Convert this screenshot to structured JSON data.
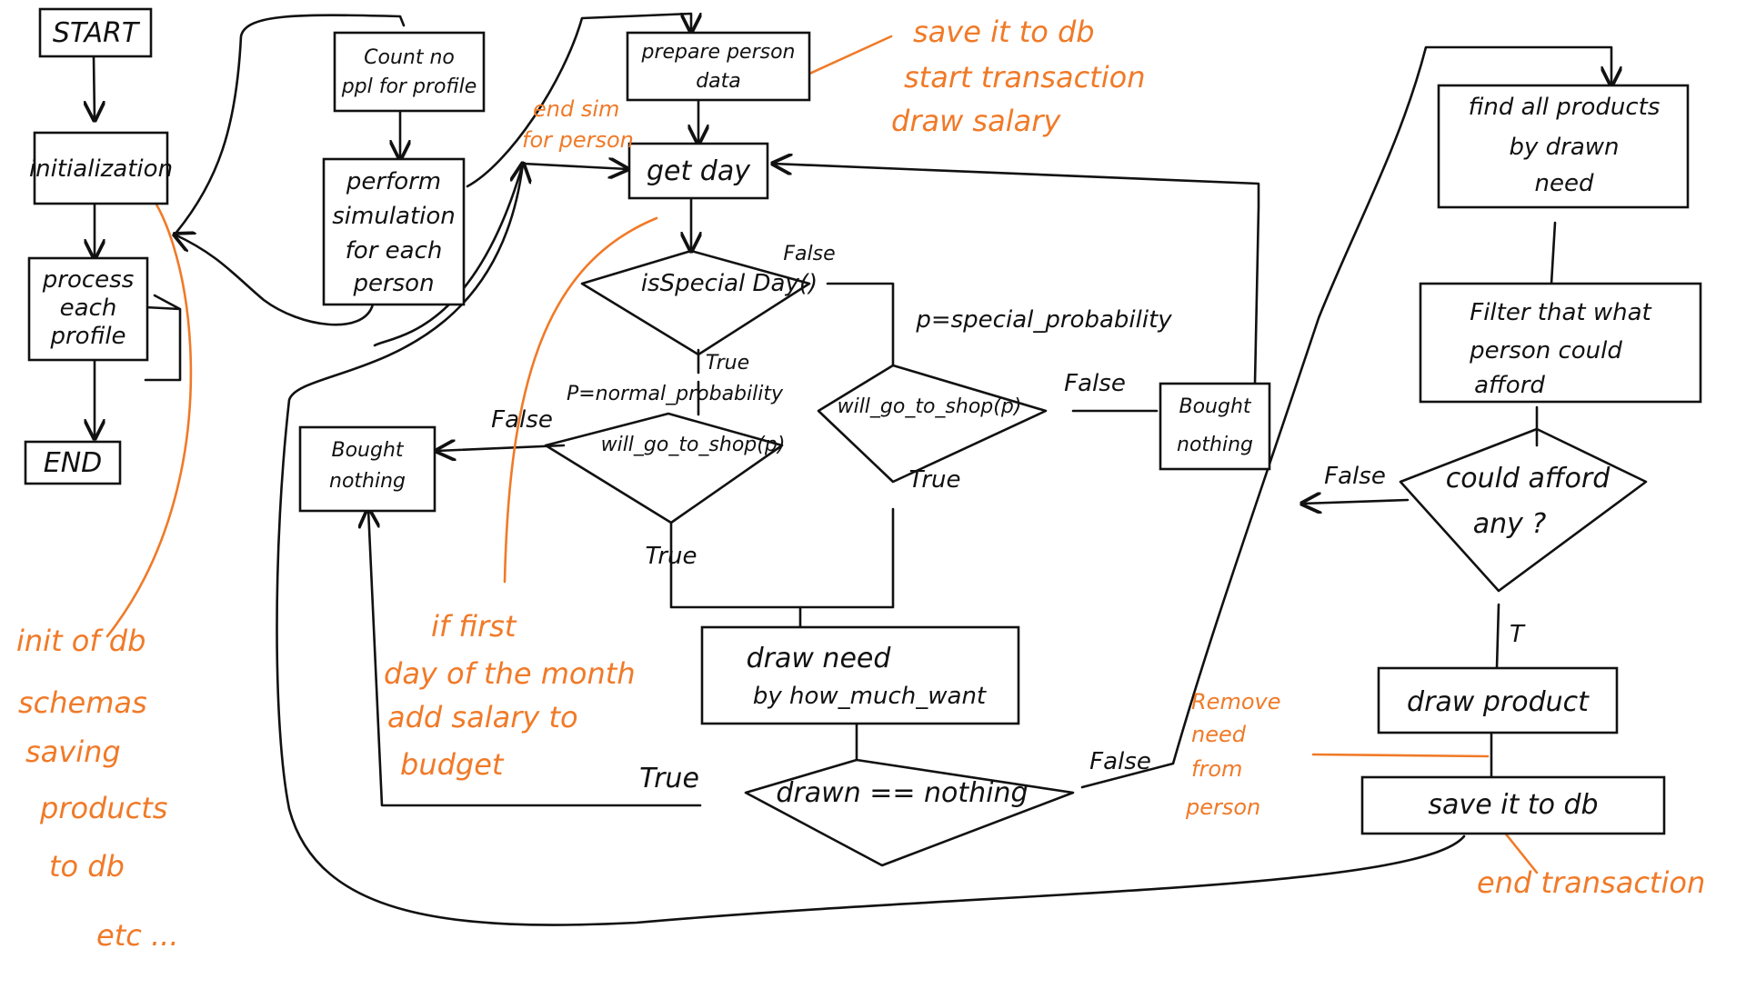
{
  "colors": {
    "ink": "#111111",
    "annotation": "#f07a28",
    "background": "#ffffff"
  },
  "nodes": {
    "start": "START",
    "initialization": "initialization",
    "process_profile": [
      "process",
      "each",
      "profile"
    ],
    "end": "END",
    "count_people": [
      "Count no",
      "ppl for profile"
    ],
    "perform_simulation": [
      "perform",
      "simulation",
      "for each",
      "person"
    ],
    "prepare_person": [
      "prepare person",
      "data"
    ],
    "get_day": "get day",
    "special_day": "isSpecial Day()",
    "normal_probability": "P=normal_probability",
    "special_probability": "p=special_probability",
    "will_shop_left": "will_go_to_shop(p)",
    "will_shop_right": "will_go_to_shop(p)",
    "bought_nothing_left": [
      "Bought",
      "nothing"
    ],
    "bought_nothing_right": [
      "Bought",
      "nothing"
    ],
    "draw_need": [
      "draw need",
      "by how_much_want"
    ],
    "drawn_nothing": "drawn == nothing",
    "find_products": [
      "find all products",
      "by drawn",
      "need"
    ],
    "filter_affordable": [
      "Filter that what",
      "person could",
      "afford"
    ],
    "could_afford": [
      "could afford",
      "any ?"
    ],
    "draw_product": "draw product",
    "save_db": "save it to db"
  },
  "edge_labels": {
    "special_false": "False",
    "special_true": "True",
    "left_false": "False",
    "left_true": "True",
    "right_false": "False",
    "right_true": "True",
    "drawn_true": "True",
    "drawn_false": "False",
    "afford_false": "False",
    "afford_true": "T"
  },
  "annotations": {
    "prepare_note": [
      "save it to db",
      "start transaction",
      "draw salary"
    ],
    "end_sim": [
      "end sim",
      "for person"
    ],
    "init_note": [
      "init of db",
      "schemas",
      "saving",
      "products",
      "to db",
      "etc ..."
    ],
    "first_day_note": [
      "if first",
      "day of the month",
      "add salary to",
      "budget"
    ],
    "remove_need": [
      "Remove",
      "need",
      "from",
      "person"
    ],
    "end_transaction": "end transaction"
  }
}
